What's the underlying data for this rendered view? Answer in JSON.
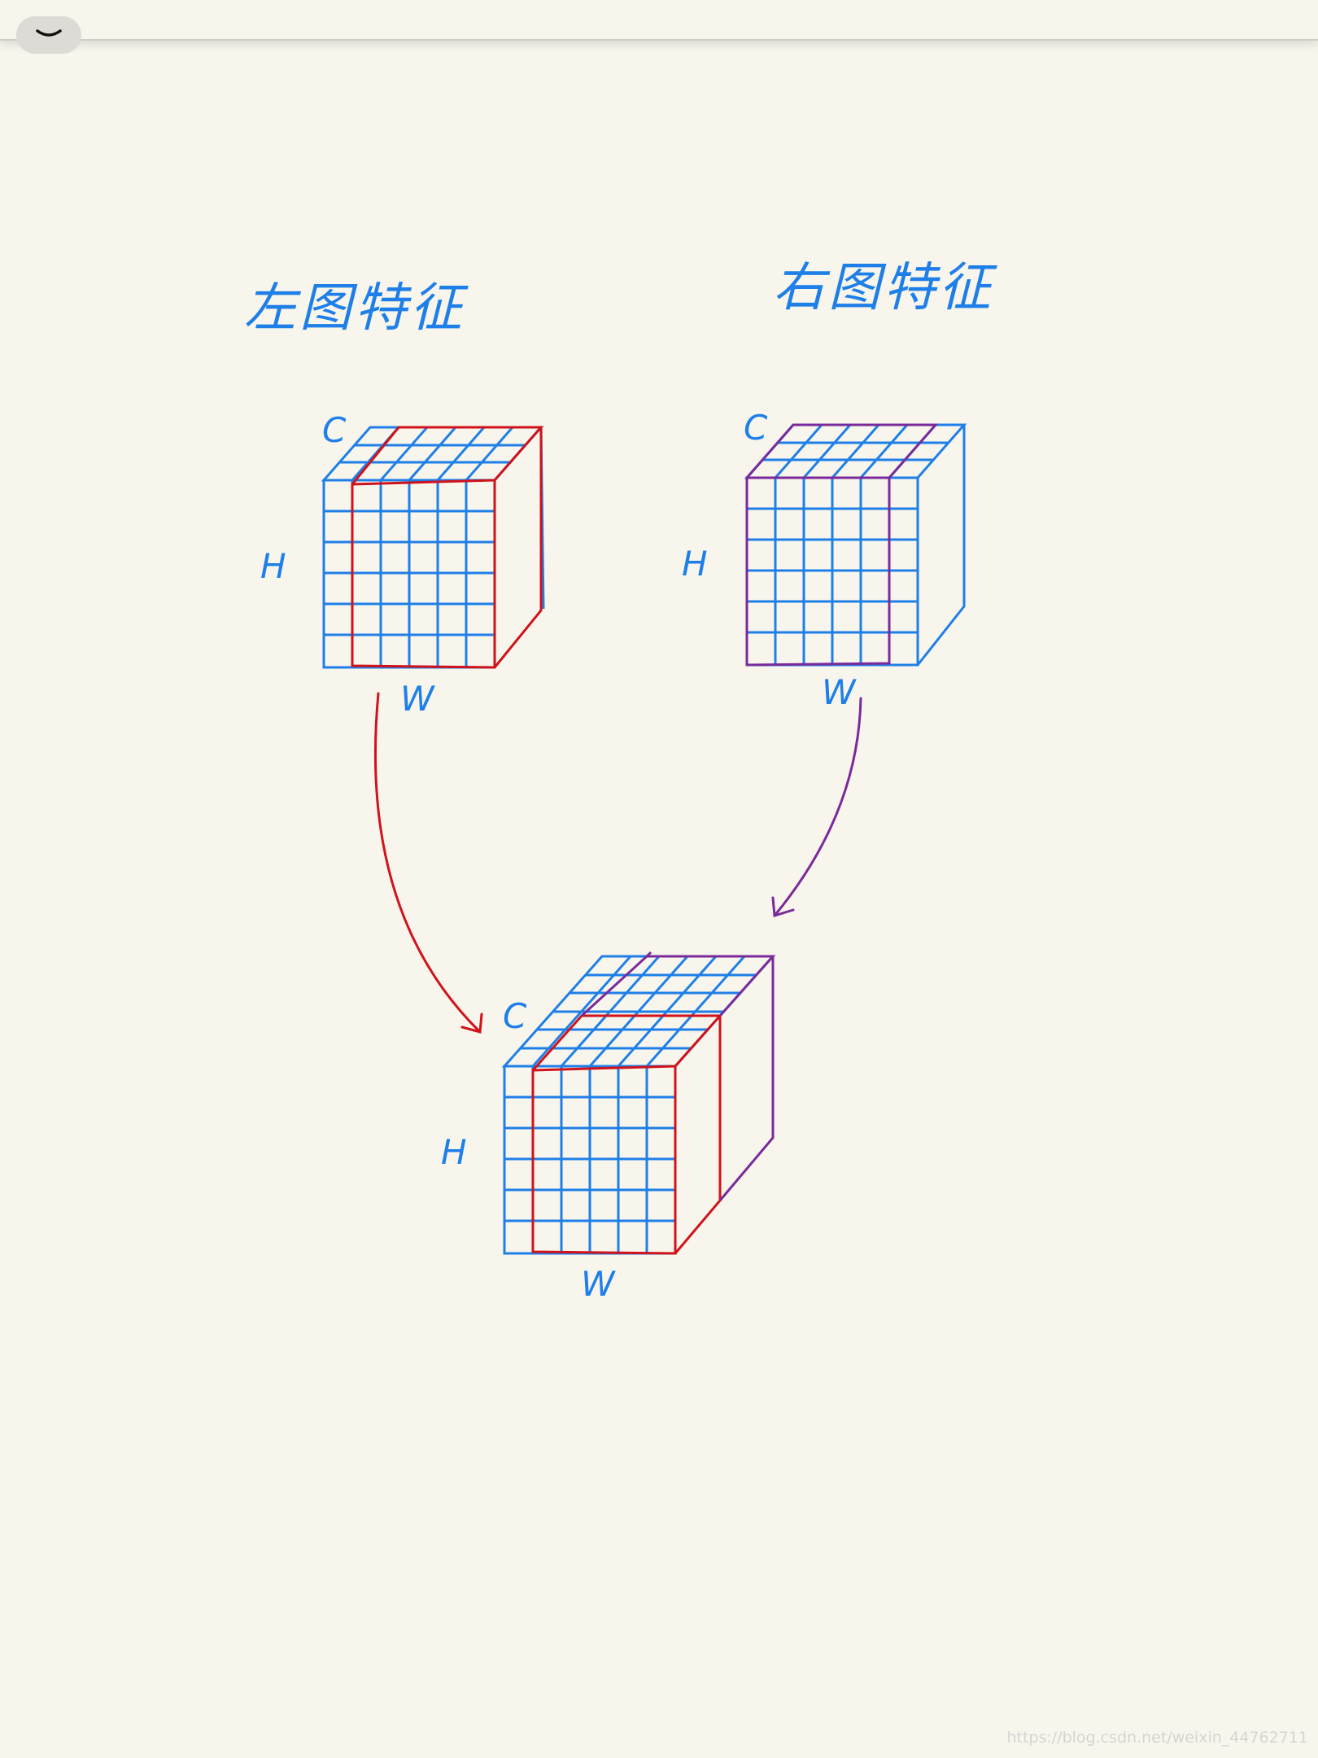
{
  "toolbar": {
    "collapse_icon": "chevron-down-icon"
  },
  "diagram": {
    "left_title": "左图特征",
    "right_title": "右图特征",
    "axis_c": "C",
    "axis_h": "H",
    "axis_w": "W"
  },
  "colors": {
    "background": "#f8f6ec",
    "grid_blue": "#1f7fe8",
    "left_red": "#d0121b",
    "right_purple": "#7a2a9a"
  },
  "watermark": "https://blog.csdn.net/weixin_44762711"
}
